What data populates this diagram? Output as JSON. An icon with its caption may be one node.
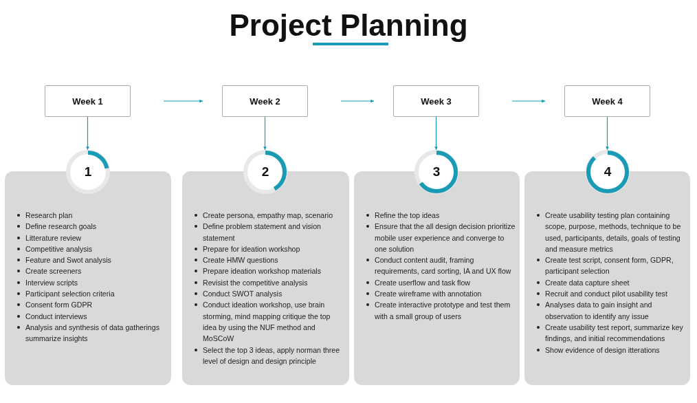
{
  "diagram": {
    "title": "Project Planning",
    "nodes": [
      {
        "text": [
          "Week 1"
        ]
      },
      {
        "text": [
          "Week 2"
        ]
      },
      {
        "text": [
          "Week 3"
        ]
      },
      {
        "text": [
          "Week 4"
        ]
      },
      {
        "text": [
          "1"
        ]
      },
      {
        "text": [
          "2"
        ]
      },
      {
        "text": [
          "3"
        ]
      },
      {
        "text": [
          "4"
        ]
      },
      {
        "text": [
          "Research plan",
          "Define research goals",
          "Litterature review",
          "Competitive analysis",
          "Feature and Swot analysis",
          "Create screeners",
          "Interview scripts",
          "Participant selection criteria",
          "Consent form GDPR",
          "Conduct interviews",
          "Analysis and synthesis of data gatherings summarize insights"
        ]
      },
      {
        "text": [
          "Create persona, empathy map, scenario",
          "Define problem statement and vision statement",
          "Prepare for ideation workshop",
          "Create HMW questions",
          "Prepare ideation workshop materials",
          "Revisist the competitive analysis",
          "Conduct SWOT analysis",
          "Conduct ideation workshop, use brain storming, mind mapping critique the top idea by using the NUF method and MoSCoW",
          "Select the top 3 ideas, apply norman three level of design and design principle"
        ]
      },
      {
        "text": [
          "Refine the top ideas",
          "Ensure that the all design decision prioritize mobile user experience and converge to one solution",
          "Conduct content audit, framing requirements, card sorting, IA and UX flow",
          "Create userflow and task flow",
          "Create wireframe with annotation",
          "Create interactive prototype and test them with a small group of users"
        ]
      },
      {
        "text": [
          "Create usability testing plan containing scope, purpose, methods, technique to be used, participants, details, goals of testing and measure metrics",
          "Create test script, consent form,  GDPR, participant selection",
          "Create data capture sheet",
          "Recruit and conduct pilot usability test",
          "Analyses data to gain insight and observation to identify any issue",
          "Create usability test report, summarize key findings,  and initial recommendations",
          "Show evidence of design itterations"
        ]
      }
    ],
    "edges": [
      {
        "from": 0,
        "to": 1,
        "arrow": "to"
      },
      {
        "from": 1,
        "to": 2,
        "arrow": "to"
      },
      {
        "from": 2,
        "to": 3,
        "arrow": "to"
      },
      {
        "from": 0,
        "to": 4,
        "arrow": "to"
      },
      {
        "from": 1,
        "to": 5,
        "arrow": "to"
      },
      {
        "from": 2,
        "to": 6,
        "arrow": "to"
      },
      {
        "from": 3,
        "to": 7,
        "arrow": "to"
      }
    ]
  }
}
